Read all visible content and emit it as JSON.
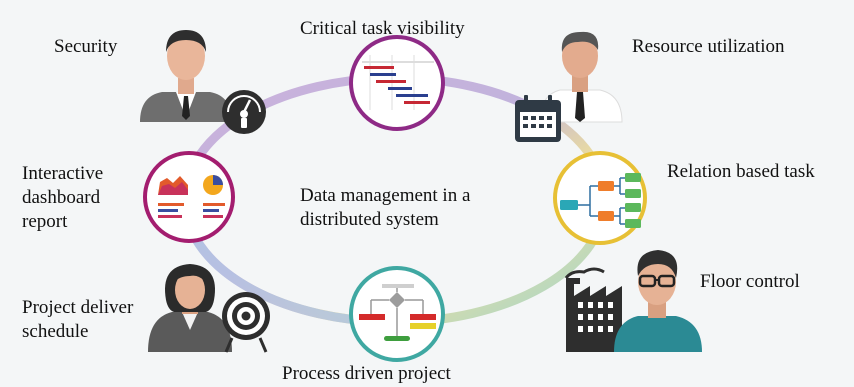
{
  "center_text": {
    "line1": "Data management in a",
    "line2": "distributed system"
  },
  "labels": {
    "security": "Security",
    "critical_task": "Critical task visibility",
    "resource_utilization": "Resource utilization",
    "interactive_line1": "Interactive",
    "interactive_line2": "dashboard",
    "interactive_line3": "report",
    "relation_based": "Relation based task",
    "project_deliver_line1": "Project deliver",
    "project_deliver_line2": "schedule",
    "floor_control": "Floor control",
    "process_driven": "Process driven project"
  },
  "icons": {
    "gantt": "gantt-chart-icon",
    "dashboard": "dashboard-chart-icon",
    "tree": "tree-diagram-icon",
    "flow": "flowchart-icon",
    "gauge": "gauge-icon",
    "calendar": "calendar-icon",
    "target": "target-icon",
    "factory": "factory-icon"
  },
  "colors": {
    "gantt_ring": "#8e2a86",
    "dashboard_ring": "#a31d6f",
    "tree_ring": "#e7c035",
    "flow_ring": "#3fa8a2",
    "loop_purple": "#a89ad0",
    "loop_yellow": "#ecd989",
    "loop_teal": "#8fcfc8"
  }
}
